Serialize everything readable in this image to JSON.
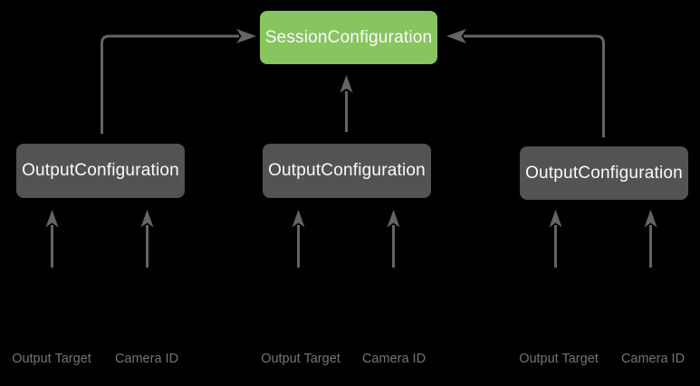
{
  "diagram": {
    "session_box": {
      "label": "SessionConfiguration"
    },
    "output_boxes": [
      {
        "label": "OutputConfiguration"
      },
      {
        "label": "OutputConfiguration"
      },
      {
        "label": "OutputConfiguration"
      }
    ],
    "io_labels": [
      {
        "label": "Output Target"
      },
      {
        "label": "Camera ID"
      },
      {
        "label": "Output Target"
      },
      {
        "label": "Camera ID"
      },
      {
        "label": "Output Target"
      },
      {
        "label": "Camera ID"
      }
    ],
    "colors": {
      "background": "#000000",
      "session_fill": "#87C55F",
      "output_fill": "#535353",
      "arrow": "#646464",
      "box_text": "#FAFAFA",
      "label_text": "#757575"
    }
  }
}
